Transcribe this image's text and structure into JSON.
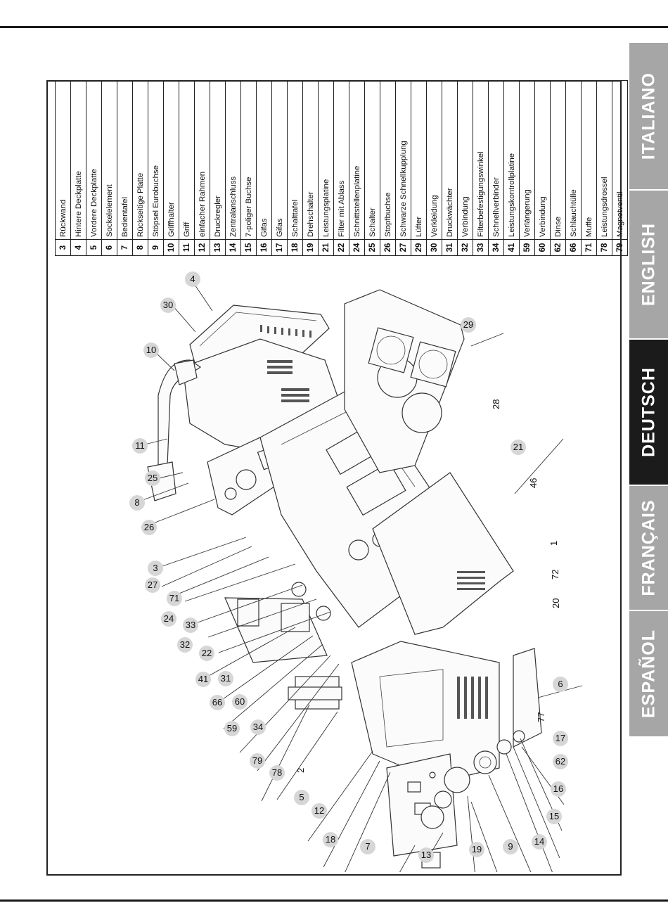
{
  "languages": [
    {
      "label": "ITALIANO",
      "active": false
    },
    {
      "label": "ENGLISH",
      "active": false
    },
    {
      "label": "DEUTSCH",
      "active": true
    },
    {
      "label": "FRANÇAIS",
      "active": false
    },
    {
      "label": "ESPAÑOL",
      "active": false
    }
  ],
  "parts": [
    {
      "no": "3",
      "name": "Rückwand"
    },
    {
      "no": "4",
      "name": "Hintere Deckplatte"
    },
    {
      "no": "5",
      "name": "Vordere Deckplatte"
    },
    {
      "no": "6",
      "name": "Sockelelement"
    },
    {
      "no": "7",
      "name": "Bedientafel"
    },
    {
      "no": "8",
      "name": "Rückseitige Platte"
    },
    {
      "no": "9",
      "name": "Stöpsel Eurobuchse"
    },
    {
      "no": "10",
      "name": "Griffhalter"
    },
    {
      "no": "11",
      "name": "Griff"
    },
    {
      "no": "12",
      "name": "einfacher Rahmen"
    },
    {
      "no": "13",
      "name": "Druckregler"
    },
    {
      "no": "14",
      "name": "Zentralanschluss"
    },
    {
      "no": "15",
      "name": "7-poliger Buchse"
    },
    {
      "no": "16",
      "name": "Gifas"
    },
    {
      "no": "17",
      "name": "Gifas"
    },
    {
      "no": "18",
      "name": "Schalttafel"
    },
    {
      "no": "19",
      "name": "Drehschalter"
    },
    {
      "no": "21",
      "name": "Leistungsplatine"
    },
    {
      "no": "22",
      "name": "Filter mit Ablass"
    },
    {
      "no": "24",
      "name": "Schnittstellenplatine"
    },
    {
      "no": "25",
      "name": "Schalter"
    },
    {
      "no": "26",
      "name": "Stopfbuchse"
    },
    {
      "no": "27",
      "name": "Schwarze Schnellkupplung"
    },
    {
      "no": "29",
      "name": "Lüfter"
    },
    {
      "no": "30",
      "name": "Verkleidung"
    },
    {
      "no": "31",
      "name": "Druckwächter"
    },
    {
      "no": "32",
      "name": "Verbindung"
    },
    {
      "no": "33",
      "name": "Filterbefestigungswinkel"
    },
    {
      "no": "34",
      "name": "Schnellverbinder"
    },
    {
      "no": "41",
      "name": "Leistungskontrollplatine"
    },
    {
      "no": "59",
      "name": "Verlängerung"
    },
    {
      "no": "60",
      "name": "Verbindung"
    },
    {
      "no": "62",
      "name": "Dinse"
    },
    {
      "no": "66",
      "name": "Schlauchtülle"
    },
    {
      "no": "71",
      "name": "Muffe"
    },
    {
      "no": "78",
      "name": "Leistungsdrossel"
    },
    {
      "no": "79",
      "name": "Magnetventil"
    }
  ],
  "callouts": {
    "c4": "4",
    "c30": "30",
    "c10": "10",
    "c29": "29",
    "c11": "11",
    "c25": "25",
    "c8": "8",
    "c26": "26",
    "c21": "21",
    "c3": "3",
    "c27": "27",
    "c71": "71",
    "c24": "24",
    "c33": "33",
    "c32": "32",
    "c22": "22",
    "c41": "41",
    "c31": "31",
    "c66": "66",
    "c60": "60",
    "c59": "59",
    "c34": "34",
    "c79": "79",
    "c78": "78",
    "c5": "5",
    "c12": "12",
    "c18": "18",
    "c7": "7",
    "c13": "13",
    "c19": "19",
    "c9": "9",
    "c14": "14",
    "c15": "15",
    "c16": "16",
    "c62": "62",
    "c17": "17",
    "c6": "6"
  },
  "plain_labels": {
    "p28": "28",
    "p46": "46",
    "p1": "1",
    "p72": "72",
    "p20": "20",
    "p77": "77",
    "p2": "2"
  }
}
